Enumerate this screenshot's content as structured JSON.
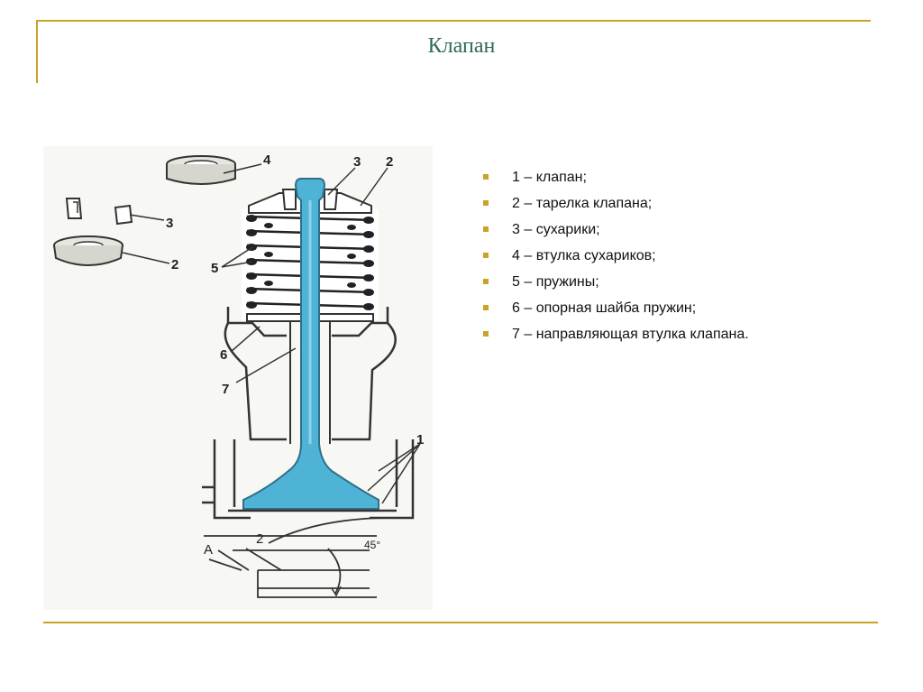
{
  "slide": {
    "title": "Клапан",
    "accent_color": "#c9a227",
    "title_color": "#2f6a50"
  },
  "figure": {
    "callouts": [
      "4",
      "3",
      "2",
      "3",
      "2",
      "5",
      "6",
      "7",
      "1",
      "A",
      "2",
      "45°"
    ],
    "valve_color": "#4fb3d6"
  },
  "legend": {
    "items": [
      "1 – клапан;",
      "2 – тарелка клапана;",
      "3 – сухарики;",
      "4 – втулка сухариков;",
      "5 – пружины;",
      "6 – опорная шайба пружин;",
      "7 – направляющая втулка клапана."
    ]
  }
}
